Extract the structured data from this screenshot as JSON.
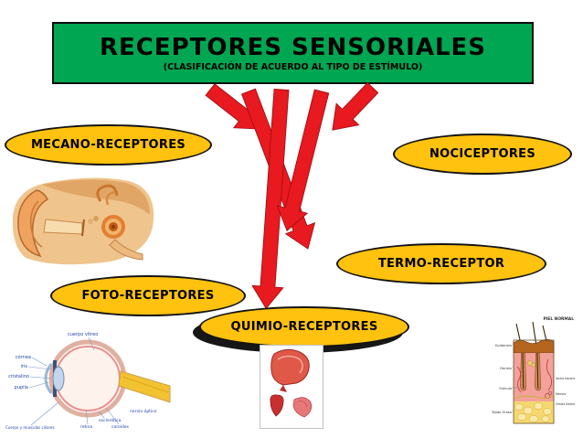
{
  "header": {
    "title": "RECEPTORES SENSORIALES",
    "subtitle": "(CLASIFICACIÓN DE ACUERDO AL TIPO DE ESTÍMULO)"
  },
  "colors": {
    "header_bg": "#00A651",
    "node_bg": "#FFC20E",
    "arrow_red": "#E8191F"
  },
  "nodes": [
    {
      "label": "MECANO-RECEPTORES"
    },
    {
      "label": "NOCICEPTORES"
    },
    {
      "label": "TERMO-RECEPTOR"
    },
    {
      "label": "FOTO-RECEPTORES"
    },
    {
      "label": "QUIMIO-RECEPTORES"
    }
  ],
  "eye_diagram": {
    "labels": [
      "cuerpo vítreo",
      "córnea",
      "iris",
      "cristalino",
      "pupila",
      "Cuerpo y músculos ciliares",
      "esclerótica",
      "retina",
      "coroides",
      "nervio óptico"
    ]
  },
  "skin_diagram": {
    "title": "PIEL NORMAL",
    "left_labels": [
      "Epidermis",
      "Dermis",
      "Folículo",
      "Tejido Graso"
    ],
    "right_labels": [
      "Glándula Sudorípara",
      "Nervio",
      "Glándula Sebácea"
    ]
  }
}
